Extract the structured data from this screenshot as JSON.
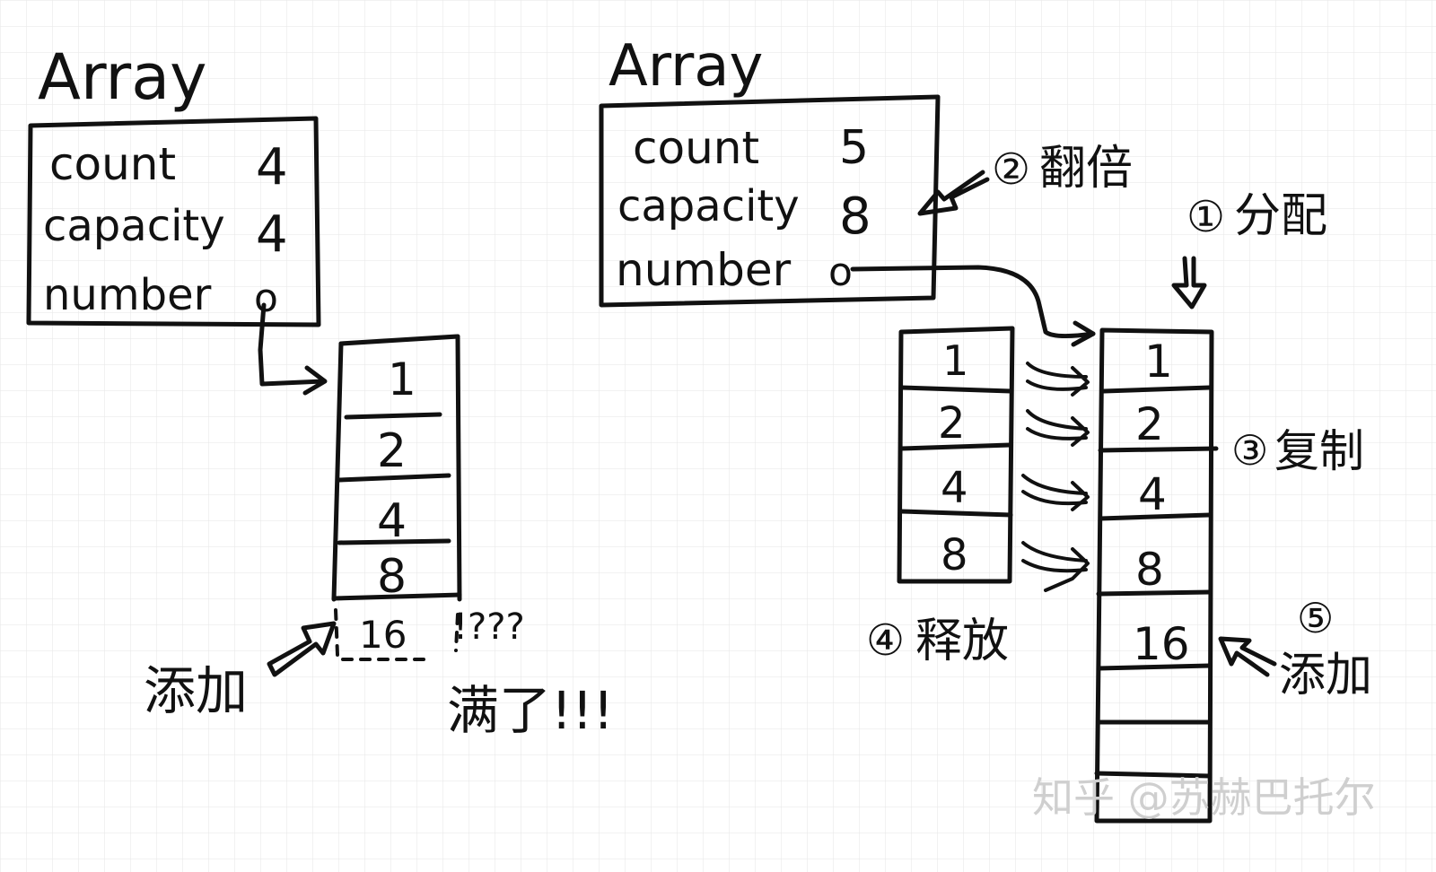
{
  "left": {
    "title": "Array",
    "fields": [
      {
        "name": "count",
        "value": "4"
      },
      {
        "name": "capacity",
        "value": "4"
      },
      {
        "name": "number",
        "value": "o"
      }
    ],
    "cells": [
      "1",
      "2",
      "4",
      "8"
    ],
    "overflow_value": "16",
    "overflow_marks": "!???",
    "add_label": "添加",
    "full_label": "满了!!!"
  },
  "right": {
    "title": "Array",
    "fields": [
      {
        "name": "count",
        "value": "5"
      },
      {
        "name": "capacity",
        "value": "8"
      },
      {
        "name": "number",
        "value": "o"
      }
    ],
    "old_cells": [
      "1",
      "2",
      "4",
      "8"
    ],
    "new_cells": [
      "1",
      "2",
      "4",
      "8",
      "16",
      "",
      ""
    ],
    "step_marks": [
      "①",
      "②",
      "③",
      "④",
      "⑤"
    ],
    "step_labels": [
      "分配",
      "翻倍",
      "复制",
      "释放",
      "添加"
    ]
  },
  "watermark": "知乎 @苏赫巴托尔"
}
